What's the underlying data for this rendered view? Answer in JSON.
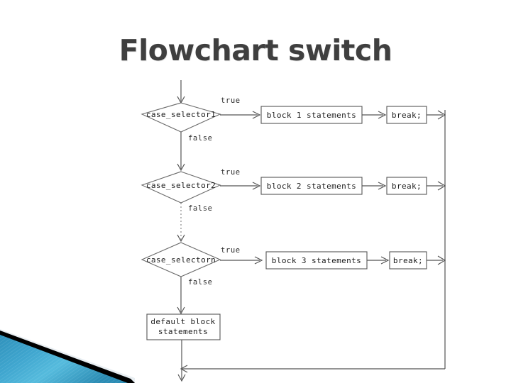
{
  "slide": {
    "title": "Flowchart switch",
    "title_color": "#3f3f3f",
    "background_color": "#ffffff"
  },
  "decoration": {
    "name": "corner-wedge",
    "blue_light": "#4eb3d8",
    "blue_dark": "#1b7fa8",
    "stripe_color": "#000000",
    "highlight_color": "#e8eef2"
  },
  "flowchart": {
    "type": "flowchart",
    "description": "switch statement control flow",
    "decisions": [
      {
        "id": "d1",
        "label": "case_selector1",
        "true_label": "true",
        "false_label": "false"
      },
      {
        "id": "d2",
        "label": "case_selector2",
        "true_label": "true",
        "false_label": "false"
      },
      {
        "id": "d3",
        "label": "case_selectorn",
        "true_label": "true",
        "false_label": "false"
      }
    ],
    "blocks": [
      {
        "id": "b1",
        "label": "block 1 statements"
      },
      {
        "id": "b2",
        "label": "block 2 statements"
      },
      {
        "id": "b3",
        "label": "block 3 statements"
      }
    ],
    "breaks": [
      {
        "id": "k1",
        "label": "break;"
      },
      {
        "id": "k2",
        "label": "break;"
      },
      {
        "id": "k3",
        "label": "break;"
      }
    ],
    "default_block": {
      "id": "dflt",
      "line1": "default block",
      "line2": "statements"
    },
    "line_color": "#555555",
    "shape_fill": "#ffffff",
    "shape_stroke": "#555555"
  }
}
